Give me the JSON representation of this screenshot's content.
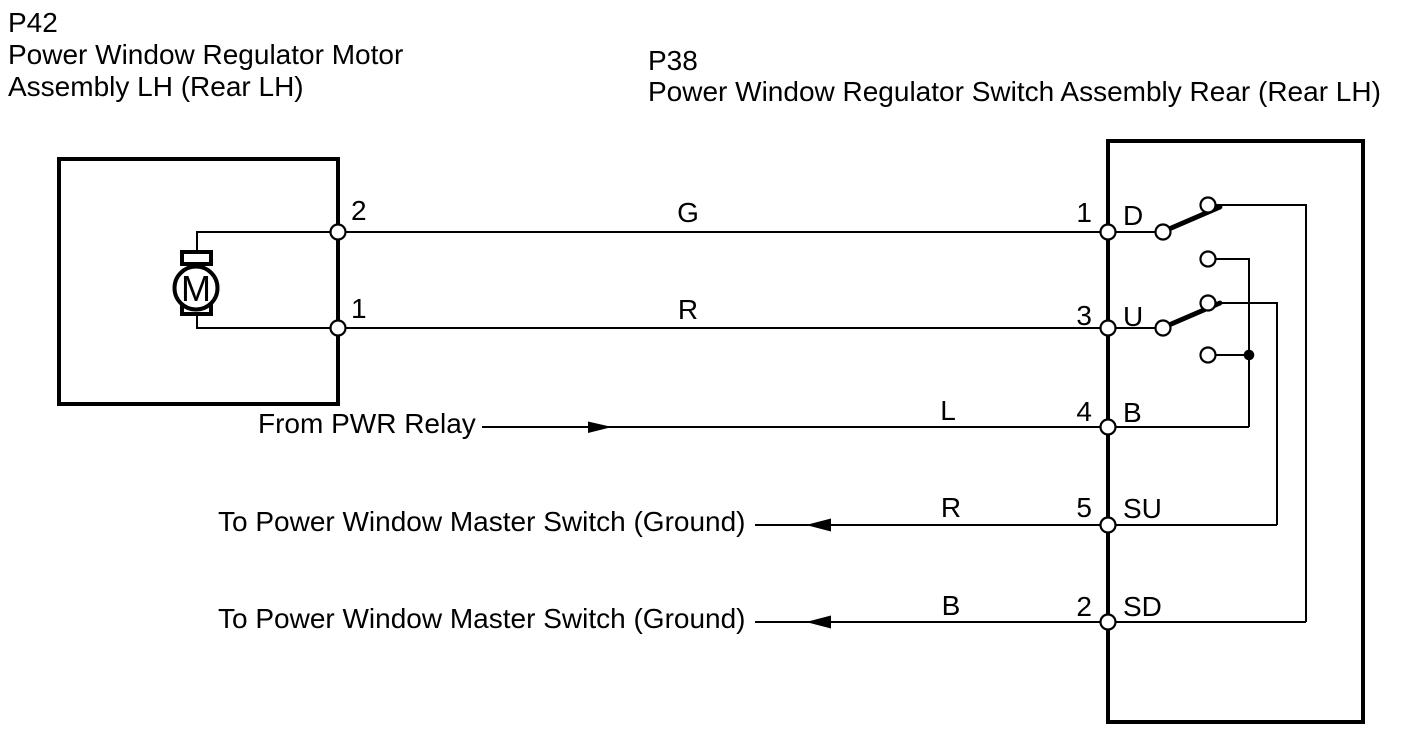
{
  "page": {
    "background": "#ffffff",
    "line_color": "#000000"
  },
  "connectors": {
    "left": {
      "code": "P42",
      "name_line1": "Power Window Regulator Motor",
      "name_line2": "Assembly LH (Rear LH)",
      "motor_label": "M",
      "pins": [
        {
          "number": "2"
        },
        {
          "number": "1"
        }
      ]
    },
    "right": {
      "code": "P38",
      "name_line1": "Power Window Regulator Switch Assembly Rear (Rear LH)",
      "pins": [
        {
          "number": "1",
          "name": "D"
        },
        {
          "number": "3",
          "name": "U"
        },
        {
          "number": "4",
          "name": "B"
        },
        {
          "number": "5",
          "name": "SU"
        },
        {
          "number": "2",
          "name": "SD"
        }
      ]
    }
  },
  "wires": [
    {
      "label": "G",
      "left_pin": "2",
      "right_pin": "1"
    },
    {
      "label": "R",
      "left_pin": "1",
      "right_pin": "3"
    },
    {
      "label": "L",
      "annotation": "From PWR Relay",
      "arrow": "right",
      "right_pin": "4"
    },
    {
      "label": "R",
      "annotation": "To Power Window Master Switch (Ground)",
      "arrow": "left",
      "right_pin": "5"
    },
    {
      "label": "B",
      "annotation": "To Power Window Master Switch (Ground)",
      "arrow": "left",
      "right_pin": "2"
    }
  ]
}
